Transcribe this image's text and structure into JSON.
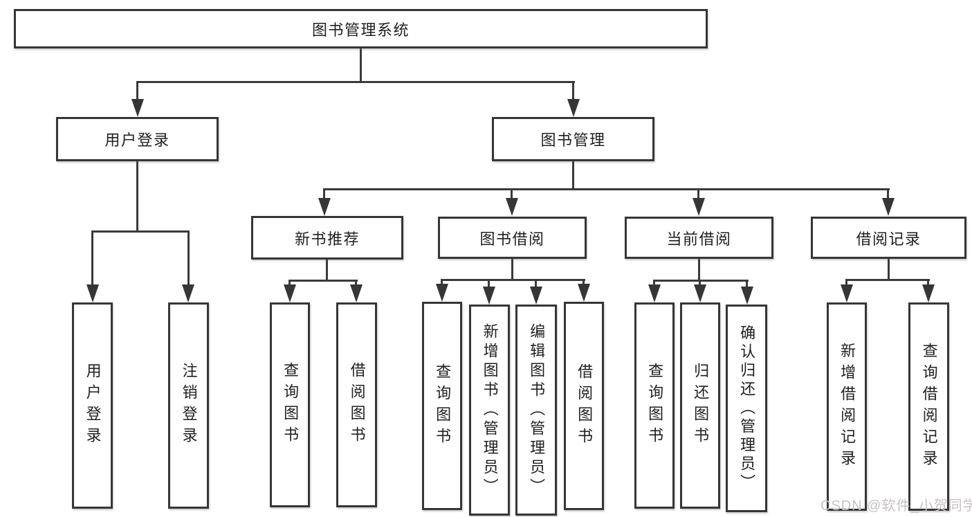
{
  "tree": {
    "root": "图书管理系统",
    "groups": [
      {
        "label": "用户登录",
        "children": [
          "用户登录",
          "注销登录"
        ]
      },
      {
        "label": "图书管理",
        "modules": [
          {
            "label": "新书推荐",
            "children": [
              "查询图书",
              "借阅图书"
            ]
          },
          {
            "label": "图书借阅",
            "children": [
              "查询图书",
              "新增图书（管理员）",
              "编辑图书（管理员）",
              "借阅图书"
            ]
          },
          {
            "label": "当前借阅",
            "children": [
              "查询图书",
              "归还图书",
              "确认归还（管理员）"
            ]
          },
          {
            "label": "借阅记录",
            "children": [
              "新增借阅记录",
              "查询借阅记录"
            ]
          }
        ]
      }
    ]
  },
  "watermark": {
    "text": "CSDN @软件_小贺同学",
    "color": "#c8c2c2"
  },
  "colors": {
    "line": "#3a3a3a",
    "border": "#363636",
    "text": "#1f1f1f",
    "background": "#ffffff"
  }
}
